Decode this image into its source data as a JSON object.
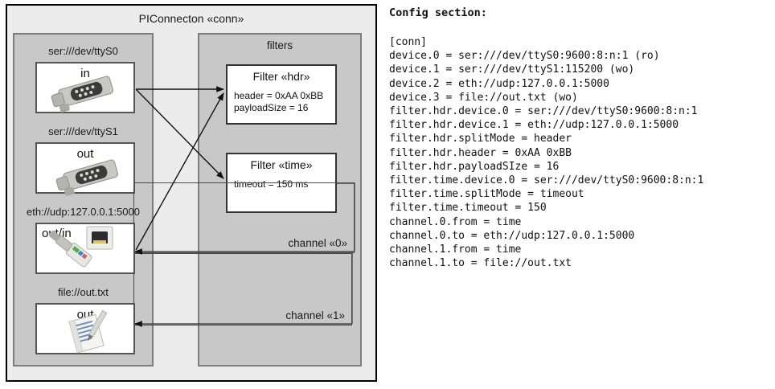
{
  "diagram": {
    "title": "PIConnecton «conn»",
    "devices_group": {
      "items": [
        {
          "label": "ser:///dev/ttyS0",
          "io": "in",
          "icon": "serial-connector-icon"
        },
        {
          "label": "ser:///dev/ttyS1",
          "io": "out",
          "icon": "serial-connector-icon"
        },
        {
          "label": "eth://udp:127.0.0.1:5000",
          "io": "out/in",
          "icon": "ethernet-plug-icon"
        },
        {
          "label": "file://out.txt",
          "io": "out",
          "icon": "text-file-icon"
        }
      ]
    },
    "filters_group": {
      "title": "filters",
      "filters": [
        {
          "title": "Filter «hdr»",
          "props": [
            "header = 0xAA 0xBB",
            "payloadSize = 16"
          ]
        },
        {
          "title": "Filter «time»",
          "props": [
            "timeout = 150 ms"
          ]
        }
      ],
      "channels": [
        {
          "label": "channel «0»"
        },
        {
          "label": "channel «1»"
        }
      ]
    }
  },
  "config": {
    "heading": "Config section:",
    "lines": [
      "[conn]",
      "device.0 = ser:///dev/ttyS0:9600:8:n:1 (ro)",
      "device.1 = ser:///dev/ttyS1:115200 (wo)",
      "device.2 = eth://udp:127.0.0.1:5000",
      "device.3 = file://out.txt (wo)",
      "filter.hdr.device.0 = ser:///dev/ttyS0:9600:8:n:1",
      "filter.hdr.device.1 = eth://udp:127.0.0.1:5000",
      "filter.hdr.splitMode = header",
      "filter.hdr.header = 0xAA 0xBB",
      "filter.hdr.payloadSIze = 16",
      "filter.time.device.0 = ser:///dev/ttyS0:9600:8:n:1",
      "filter.time.splitMode = timeout",
      "filter.time.timeout = 150",
      "channel.0.from = time",
      "channel.0.to = eth://udp:127.0.0.1:5000",
      "channel.1.from = time",
      "channel.1.to = file://out.txt"
    ]
  },
  "colors": {
    "page_background": "#ffffff",
    "outer_panel": "#ececec",
    "group_panel": "#c8c8c8",
    "box_fill": "#ffffff",
    "border_dark": "#000000",
    "border_group": "#7d7d7d",
    "text": "#1a1a1a"
  }
}
